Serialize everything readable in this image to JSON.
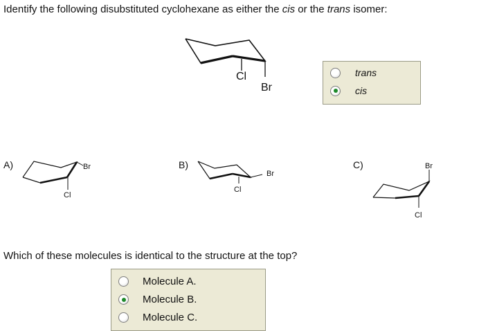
{
  "question1": {
    "prefix": "Identify the following disubstituted cyclohexane as either the ",
    "em1": "cis",
    "middle": " or the ",
    "em2": "trans",
    "suffix": " isomer:"
  },
  "top_structure": {
    "sub1": "Cl",
    "sub2": "Br"
  },
  "isomer_choice": {
    "options": [
      {
        "label": "trans",
        "selected": false
      },
      {
        "label": "cis",
        "selected": true
      }
    ]
  },
  "molecules": [
    {
      "label": "A)",
      "sub_cl": "Cl",
      "sub_br": "Br"
    },
    {
      "label": "B)",
      "sub_cl": "Cl",
      "sub_br": "Br"
    },
    {
      "label": "C)",
      "sub_cl": "Cl",
      "sub_br": "Br"
    }
  ],
  "question2": {
    "text": "Which of these molecules is identical to the structure at the top?"
  },
  "molecule_choice": {
    "options": [
      {
        "label": "Molecule A.",
        "selected": false
      },
      {
        "label": "Molecule B.",
        "selected": true
      },
      {
        "label": "Molecule C.",
        "selected": false
      }
    ]
  },
  "colors": {
    "selected_dot": "#1e8a2a",
    "panel_bg": "#ecead6",
    "panel_border": "#9a9a86"
  }
}
